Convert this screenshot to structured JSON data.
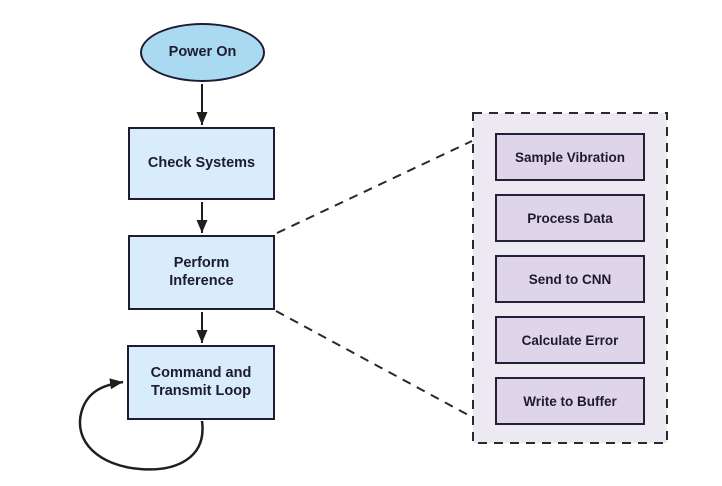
{
  "flow": {
    "start": {
      "label": "Power On"
    },
    "steps": [
      {
        "label": "Check Systems"
      },
      {
        "label": "Perform Inference"
      },
      {
        "label": "Command and Transmit Loop"
      }
    ]
  },
  "panel": {
    "items": [
      {
        "label": "Sample Vibration"
      },
      {
        "label": "Process Data"
      },
      {
        "label": "Send to CNN"
      },
      {
        "label": "Calculate Error"
      },
      {
        "label": "Write to Buffer"
      }
    ]
  },
  "colors": {
    "start_fill": "#a9daf2",
    "step_fill": "#d8ecfa",
    "node_border": "#1e1c33",
    "panel_fill": "#ede9f3",
    "panel_border": "#2a2a2a",
    "panel_item_fill": "#ded6e8",
    "panel_item_border": "#25203a",
    "connector": "#1f1f1f",
    "text": "#1d1b2e",
    "background": "#ffffff"
  }
}
